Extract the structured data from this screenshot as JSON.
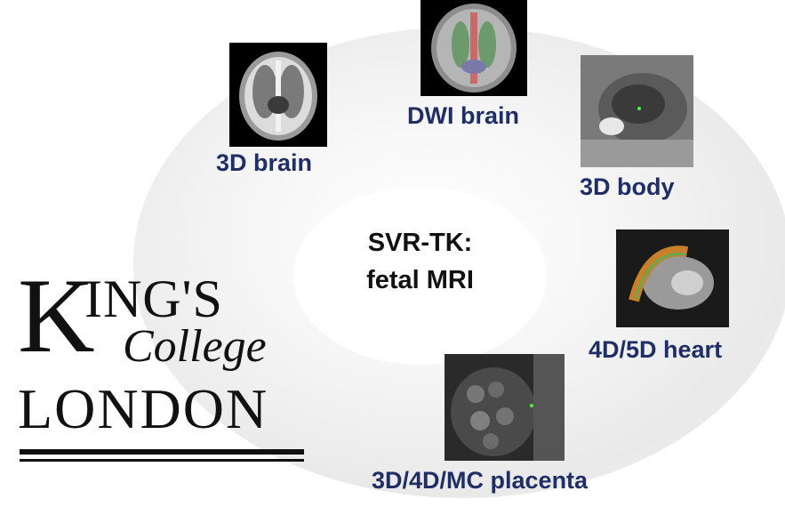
{
  "center": {
    "line1": "SVR-TK:",
    "line2": "fetal MRI"
  },
  "nodes": {
    "brain_3d": "3D brain",
    "dwi_brain": "DWI brain",
    "body_3d": "3D body",
    "heart_4d5d": "4D/5D heart",
    "placenta": "3D/4D/MC placenta"
  },
  "logo": {
    "k": "K",
    "ings": "ING'S",
    "college": "College",
    "london": "LONDON"
  },
  "colors": {
    "label": "#1f2f66",
    "center_text": "#111111"
  }
}
